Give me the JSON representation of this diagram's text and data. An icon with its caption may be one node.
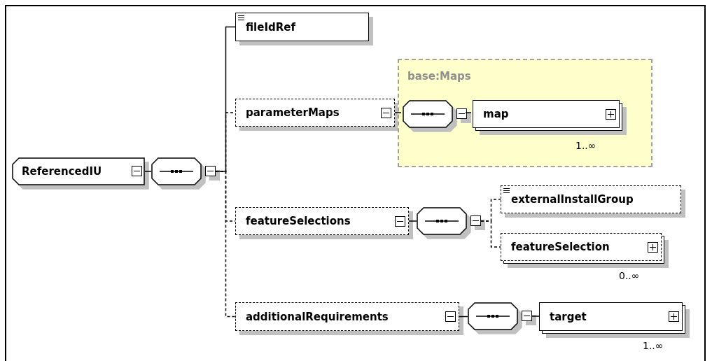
{
  "diagram": {
    "nodes": [
      {
        "text": [
          "ReferencedIU"
        ]
      },
      {
        "text": [],
        "shape": "octagon"
      },
      {
        "text": [
          "fileIdRef"
        ]
      },
      {
        "text": [
          "parameterMaps"
        ]
      },
      {
        "text": [
          "base:Maps"
        ]
      },
      {
        "text": [],
        "shape": "octagon",
        "in": 4
      },
      {
        "text": [
          "map"
        ],
        "in": 4,
        "beside": [
          "1..∞"
        ]
      },
      {
        "text": [
          "featureSelections"
        ]
      },
      {
        "text": [],
        "shape": "octagon"
      },
      {
        "text": [
          "externalInstallGroup"
        ]
      },
      {
        "text": [
          "featureSelection"
        ],
        "beside": [
          "0..∞"
        ]
      },
      {
        "text": [
          "additionalRequirements"
        ]
      },
      {
        "text": [],
        "shape": "octagon"
      },
      {
        "text": [
          "target"
        ],
        "beside": [
          "1..∞"
        ]
      }
    ],
    "edges": [
      {
        "from": 0,
        "to": 1,
        "arrow": "none"
      },
      {
        "from": 1,
        "to": 2,
        "arrow": "none"
      },
      {
        "from": 1,
        "to": 3,
        "arrow": "none",
        "style": "dashed"
      },
      {
        "from": 1,
        "to": 7,
        "arrow": "none",
        "style": "dashed"
      },
      {
        "from": 1,
        "to": 11,
        "arrow": "none",
        "style": "dashed"
      },
      {
        "from": 3,
        "to": 5,
        "arrow": "none"
      },
      {
        "from": 5,
        "to": 6,
        "arrow": "none"
      },
      {
        "from": 7,
        "to": 8,
        "arrow": "none"
      },
      {
        "from": 8,
        "to": 9,
        "arrow": "none",
        "style": "dashed"
      },
      {
        "from": 8,
        "to": 10,
        "arrow": "none",
        "style": "dashed"
      },
      {
        "from": 11,
        "to": 12,
        "arrow": "none"
      },
      {
        "from": 12,
        "to": 13,
        "arrow": "none"
      }
    ]
  }
}
